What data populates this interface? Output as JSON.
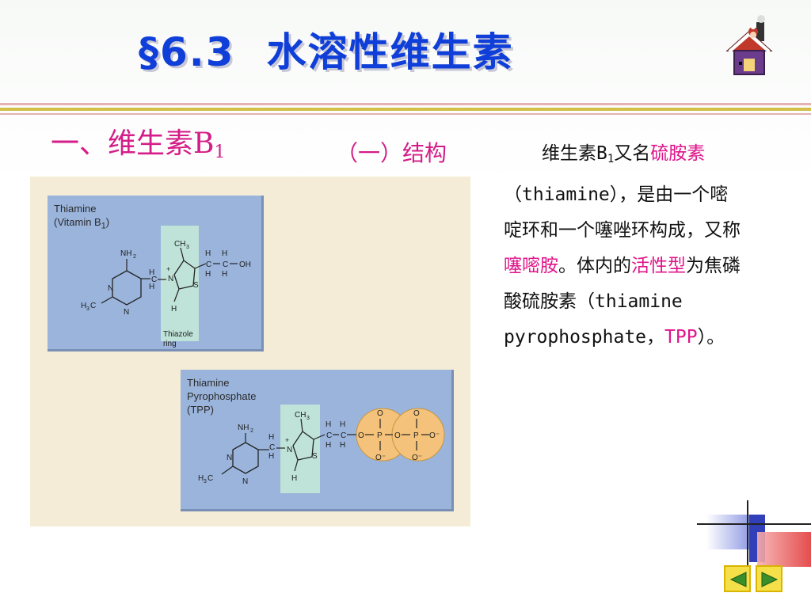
{
  "slide": {
    "section_num": "§6.3",
    "title": "水溶性维生素",
    "section_heading": "一、维生素B",
    "section_sub": "1",
    "subsection": "（一）结构"
  },
  "figure": {
    "panel1": {
      "title_line1": "Thiamine",
      "title_line2_pre": "(Vitamin B",
      "title_line2_sub": "1",
      "title_line2_post": ")"
    },
    "panel2": {
      "title_line1": "Thiamine",
      "title_line2": "Pyrophosphate",
      "title_line3": "(TPP)"
    },
    "labels": {
      "nh2": "NH",
      "nh2_sub": "2",
      "h3c": "H",
      "h3c_sub": "3",
      "h3c_c": "C",
      "ch3": "CH",
      "ch3_sub": "3",
      "n": "N",
      "s": "S",
      "h": "H",
      "plus": "+",
      "c": "C",
      "oh": "OH",
      "o": "O",
      "p": "P",
      "o_minus": "O⁻",
      "thiazole1": "Thiazole",
      "thiazole2": "ring"
    }
  },
  "body": {
    "p1": "维生素B",
    "p1_sub": "1",
    "p2": "又名",
    "hl1": "硫胺素",
    "p3": "（thiamine），是由一个嘧啶环和一个噻唑环构成，又称",
    "hl2": "噻嘧胺",
    "p4": "。体内的",
    "hl3": "活性型",
    "p5": "为焦磷酸硫胺素（thiamine pyrophosphate，",
    "hl4": "TPP",
    "p6": "）。"
  },
  "nav": {
    "prev_icon": "triangle-left-icon",
    "next_icon": "triangle-right-icon"
  },
  "colors": {
    "title": "#0f3fd8",
    "heading": "#d41d88",
    "highlight": "#e0148a",
    "panel": "#9ab4dc",
    "thiazole": "#bfe3d8",
    "phosphate": "#f4c27a"
  }
}
